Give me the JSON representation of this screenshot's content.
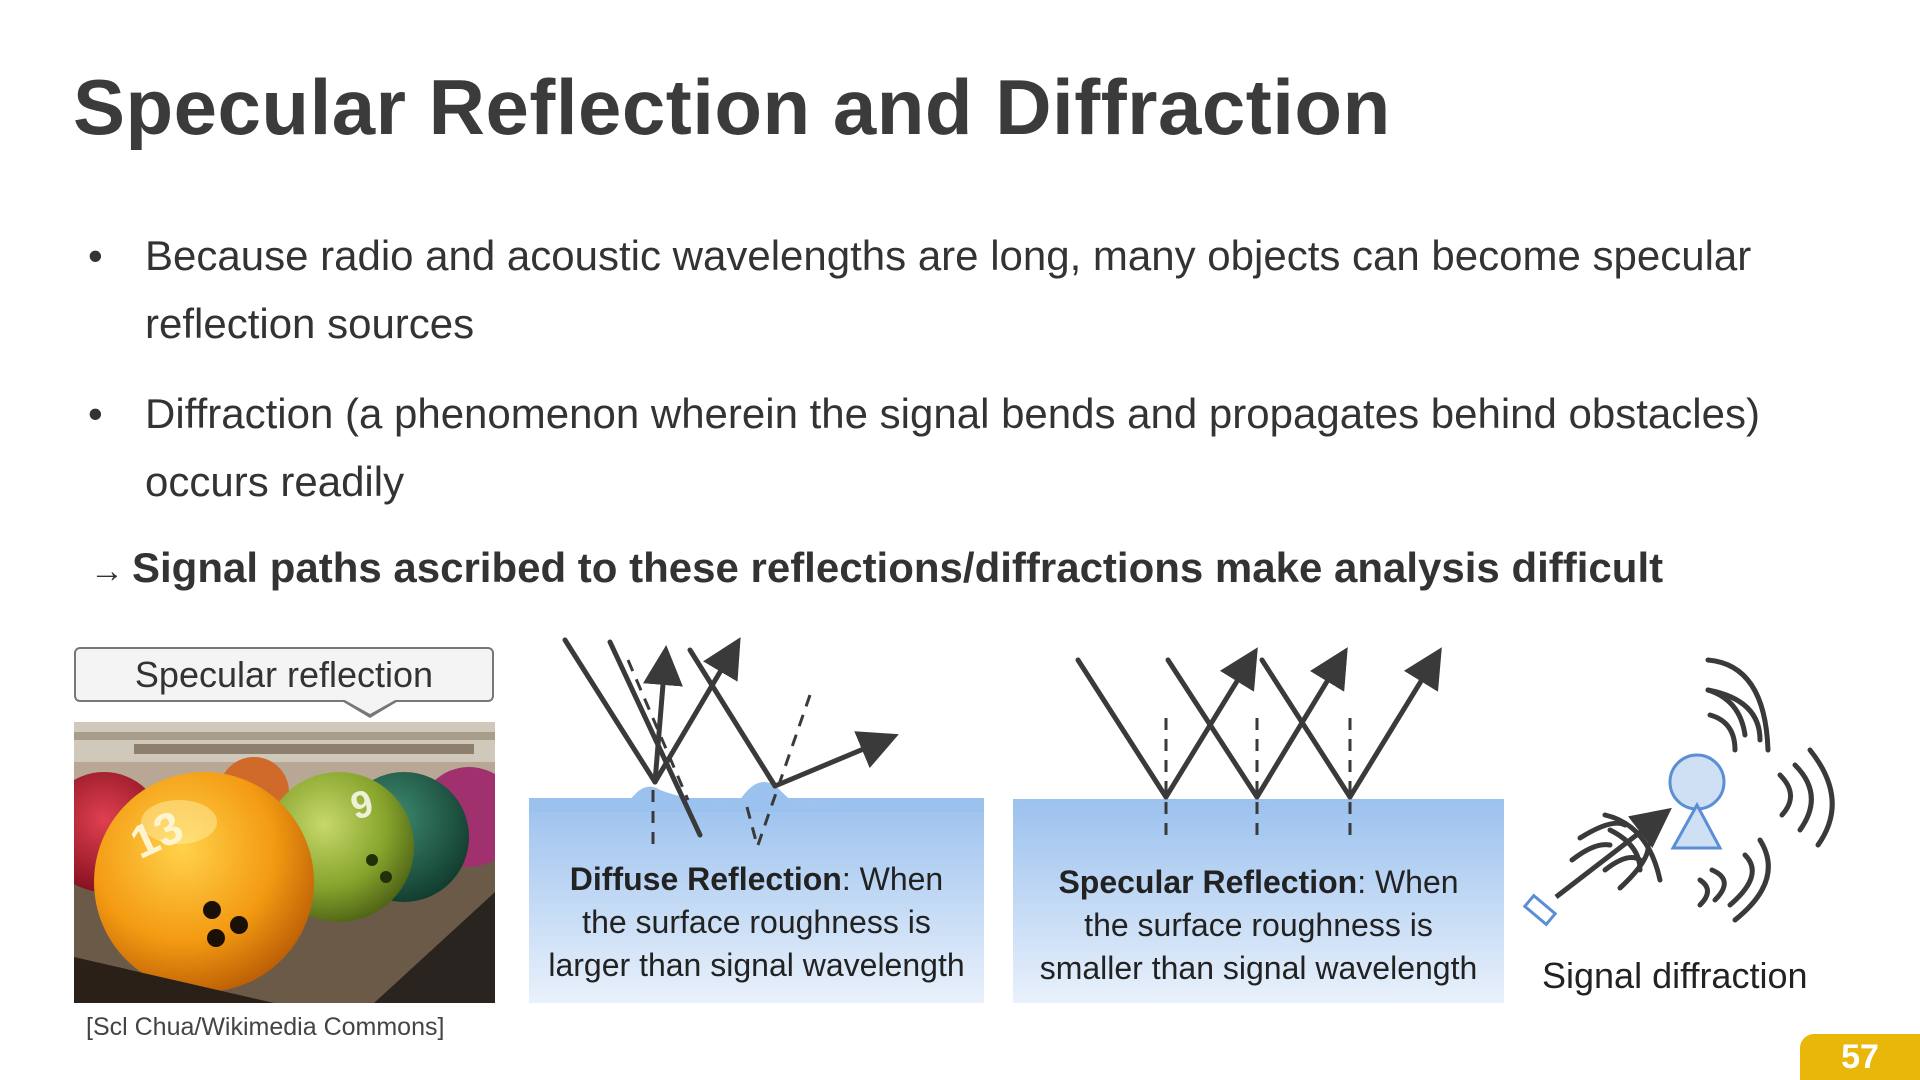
{
  "slide": {
    "title": "Specular Reflection and Diffraction",
    "bullets": [
      {
        "marker": "•",
        "text": "Because radio and acoustic wavelengths are long, many objects can become specular reflection sources"
      },
      {
        "marker": "•",
        "text": "Diffraction (a phenomenon wherein the signal bends and propagates behind obstacles) occurs readily"
      }
    ],
    "conclusion": {
      "arrow": "→",
      "text": "Signal paths ascribed to these reflections/diffractions make analysis difficult"
    },
    "page_number": "57"
  },
  "figure_photo": {
    "callout": "Specular reflection",
    "credit": "[Scl Chua/Wikimedia Commons]",
    "ball_numbers": [
      "13",
      "9"
    ]
  },
  "diffuse_panel": {
    "bold": "Diffuse Reflection",
    "rest_line1": ": When",
    "line2": "the surface roughness is",
    "line3": "larger than signal wavelength"
  },
  "specular_panel": {
    "bold": "Specular Reflection",
    "rest_line1": ": When",
    "line2": "the surface roughness is",
    "line3": "smaller than signal wavelength"
  },
  "diffraction_figure": {
    "caption": "Signal diffraction"
  },
  "colors": {
    "title": "#3b3b3b",
    "panel_top": "#9bc1ee",
    "panel_bottom": "#e9f1fb",
    "person_fill": "#cfe0f5",
    "person_stroke": "#5a8fd6",
    "page_badge": "#e8b70a"
  }
}
